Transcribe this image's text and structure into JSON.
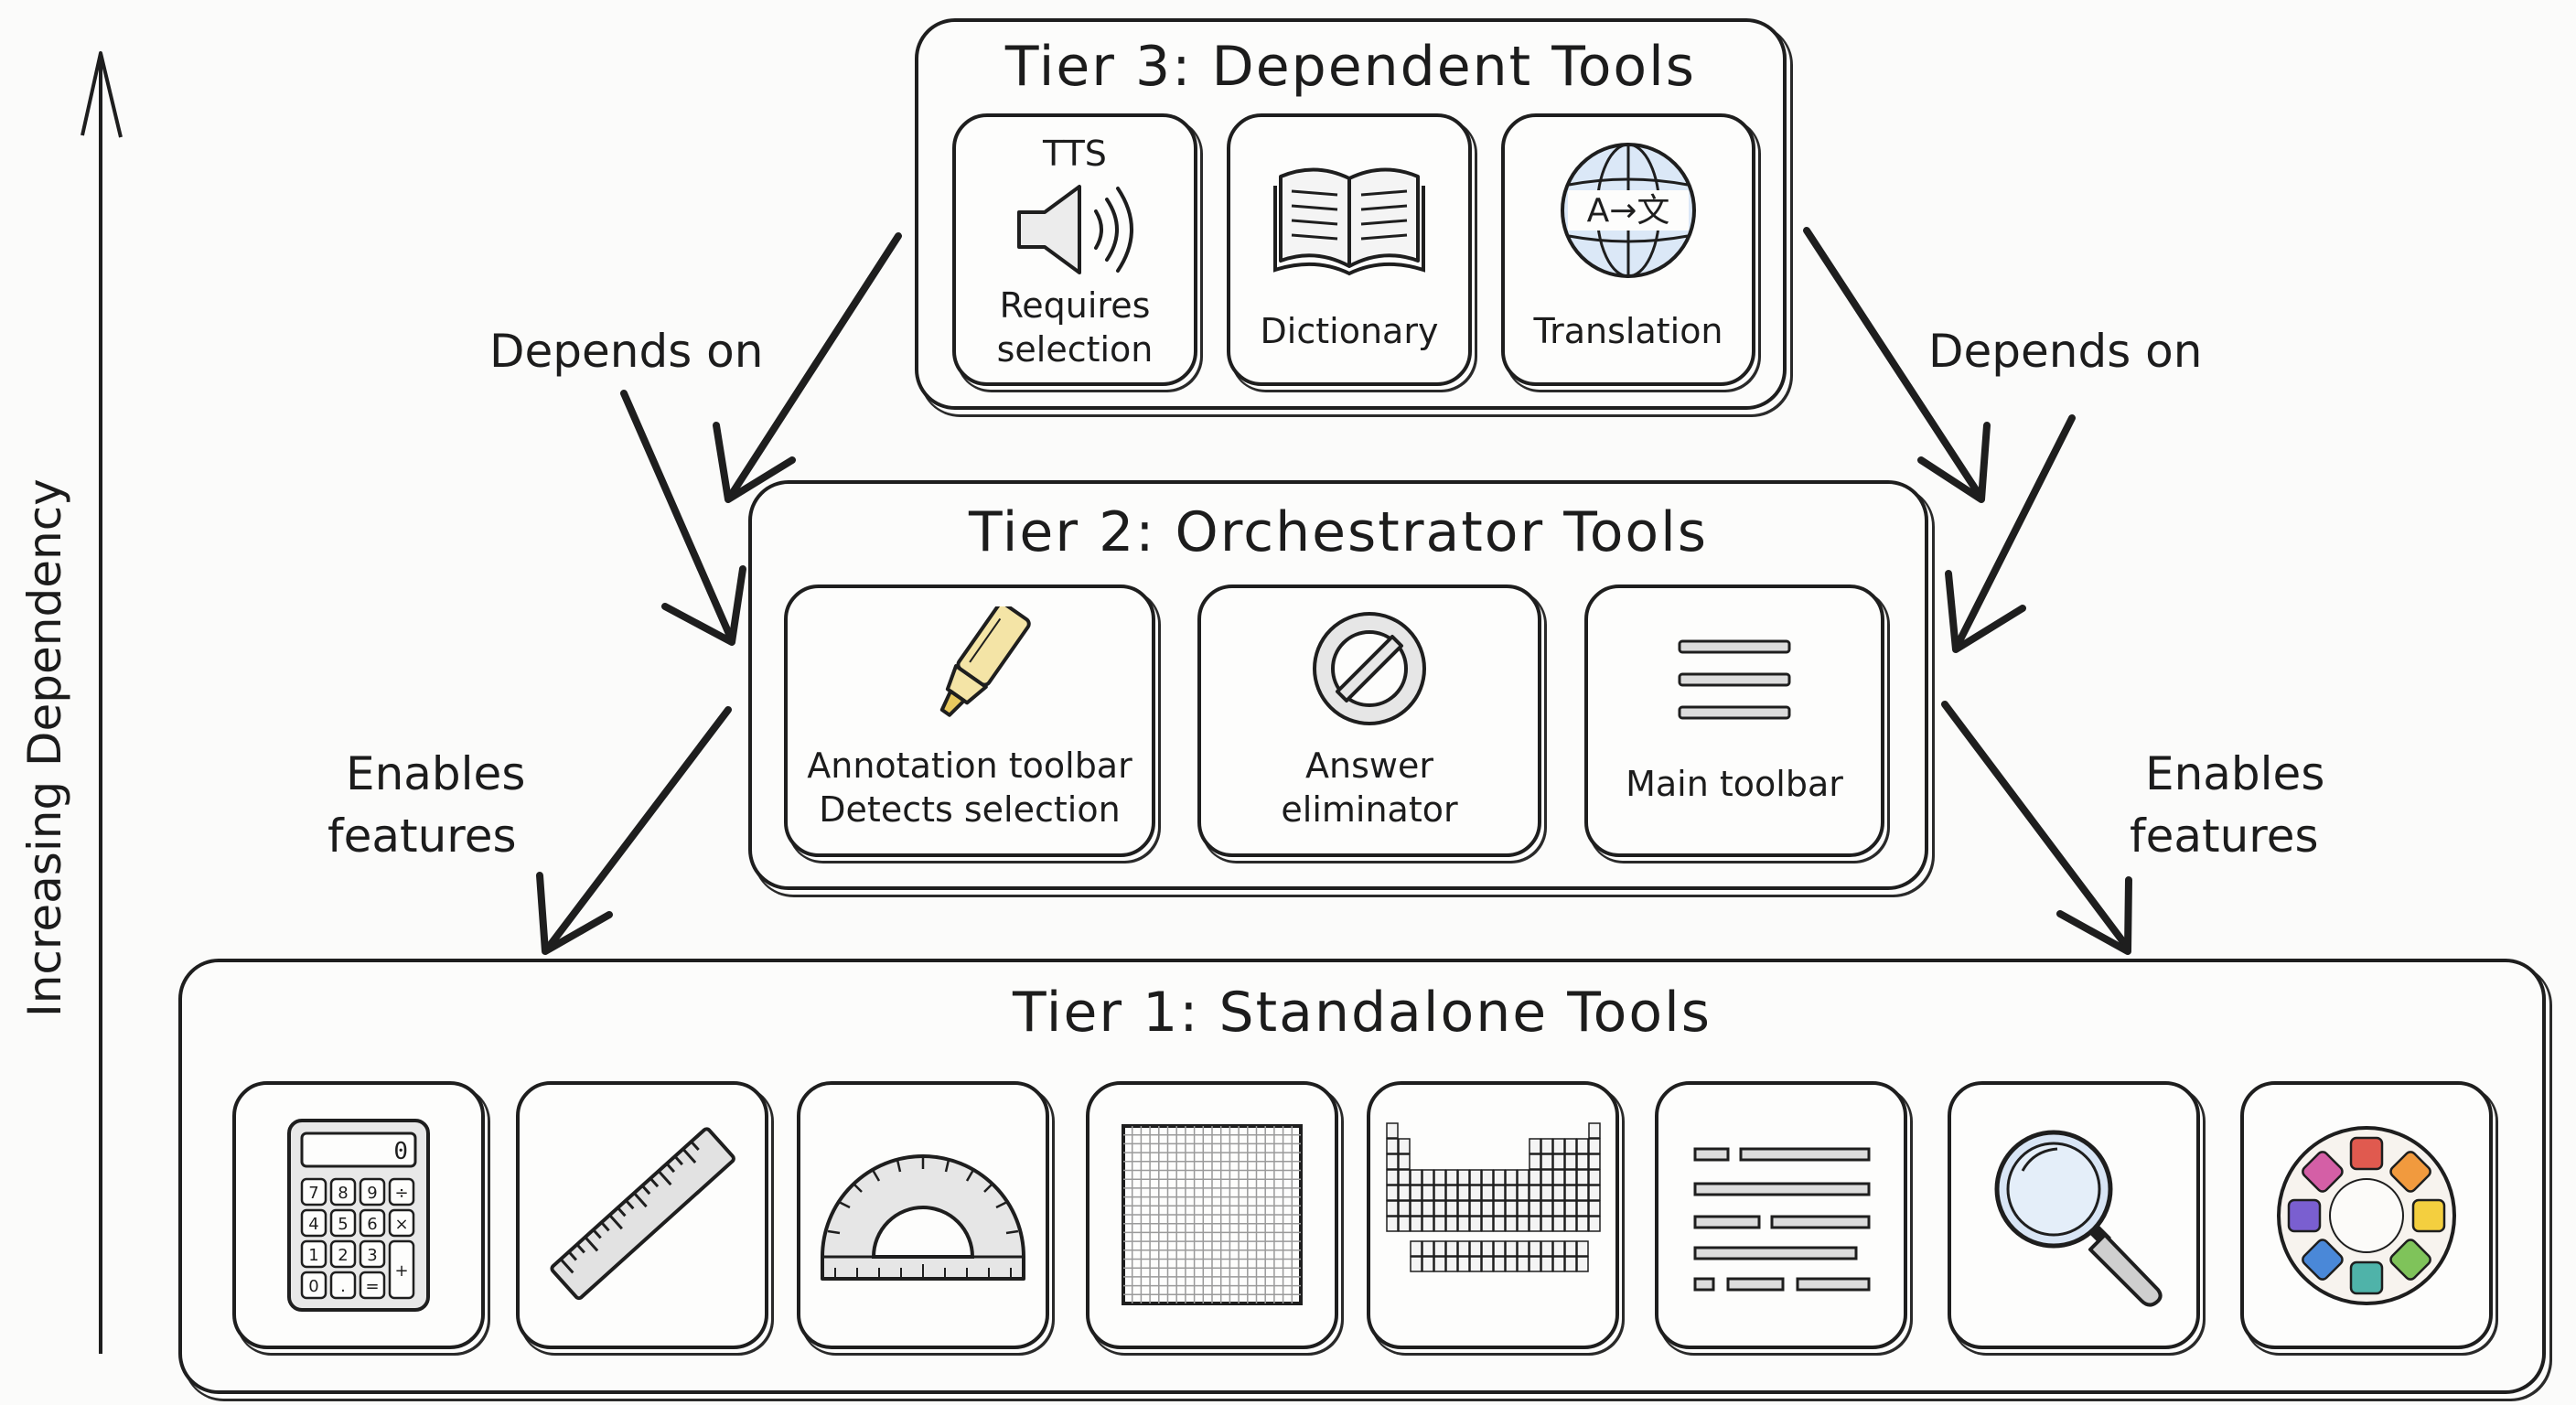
{
  "axis_label": "Increasing Dependency",
  "tier3": {
    "title": "Tier 3: Dependent Tools",
    "cards": [
      {
        "top": "TTS",
        "label_line1": "Requires",
        "label_line2": "selection",
        "icon": "speaker-icon"
      },
      {
        "label": "Dictionary",
        "icon": "open-book-icon"
      },
      {
        "label": "Translation",
        "icon": "globe-translate-icon",
        "glyph": "A→文"
      }
    ]
  },
  "tier2": {
    "title": "Tier 2: Orchestrator Tools",
    "cards": [
      {
        "label_line1": "Annotation toolbar",
        "label_line2": "Detects selection",
        "icon": "highlighter-icon"
      },
      {
        "label_line1": "Answer",
        "label_line2": "eliminator",
        "icon": "prohibition-icon"
      },
      {
        "label": "Main toolbar",
        "icon": "menu-lines-icon"
      }
    ]
  },
  "tier1": {
    "title": "Tier 1: Standalone Tools",
    "cards": [
      {
        "icon": "calculator-icon",
        "keys": [
          "7",
          "8",
          "9",
          "÷",
          "4",
          "5",
          "6",
          "×",
          "1",
          "2",
          "3",
          "+",
          "0",
          ".",
          "="
        ],
        "display": "0"
      },
      {
        "icon": "ruler-icon"
      },
      {
        "icon": "protractor-icon"
      },
      {
        "icon": "grid-paper-icon"
      },
      {
        "icon": "periodic-table-icon"
      },
      {
        "icon": "line-reader-icon"
      },
      {
        "icon": "magnifier-icon"
      },
      {
        "icon": "color-palette-icon"
      }
    ]
  },
  "edges": {
    "depends_left": "Depends on",
    "depends_right": "Depends on",
    "enables_left_1": "Enables",
    "enables_left_2": "features",
    "enables_right_1": "Enables",
    "enables_right_2": "features"
  },
  "colors": {
    "ink": "#1e1e1e",
    "highlighter": "#f4e4a6",
    "globe": "#a9c8ec",
    "palette": [
      "#e05a4f",
      "#f19a3e",
      "#f4cf3f",
      "#7fc35a",
      "#4fb3a9",
      "#4a88d8",
      "#7a5fd0",
      "#d45fa6"
    ]
  }
}
